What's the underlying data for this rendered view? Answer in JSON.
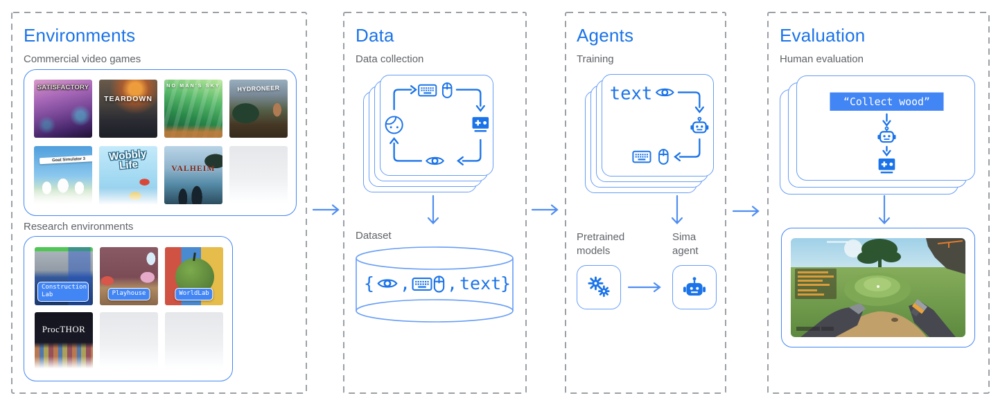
{
  "env": {
    "title": "Environments",
    "subtitle_commercial": "Commercial video games",
    "subtitle_research": "Research environments",
    "commercial": [
      {
        "label": "SATISFACTORY"
      },
      {
        "label": "TEARDOWN"
      },
      {
        "label": "NO MAN'S SKY"
      },
      {
        "label": "HYDRONEER"
      },
      {
        "label": "Goat Simulator 3"
      },
      {
        "label": "Wobbly Life"
      },
      {
        "label": "VALHEIM"
      },
      {
        "label": ""
      }
    ],
    "research": [
      {
        "label": "Construction Lab"
      },
      {
        "label": "Playhouse"
      },
      {
        "label": "WorldLab"
      },
      {
        "label": "ProcTHOR"
      },
      {
        "label": ""
      },
      {
        "label": ""
      }
    ]
  },
  "data": {
    "title": "Data",
    "subtitle": "Data collection",
    "dataset_label": "Dataset",
    "expr": {
      "open": "{",
      "comma1": ",",
      "comma2": ",",
      "text": "text",
      "close": "}"
    }
  },
  "agents": {
    "title": "Agents",
    "subtitle": "Training",
    "card_text": "text",
    "pretrained_label": "Pretrained models",
    "sima_label": "Sima agent"
  },
  "eval": {
    "title": "Evaluation",
    "subtitle": "Human evaluation",
    "instruction": "“Collect wood”"
  },
  "icons": [
    "person-icon",
    "keyboard-icon",
    "mouse-icon",
    "eye-icon",
    "game-console-icon",
    "robot-icon",
    "gears-icon",
    "arrow-icon"
  ],
  "colors": {
    "accent_blue": "#1a73e8",
    "box_blue": "#4285f4",
    "soft_blue": "#669df6",
    "flow_arrow": "#4f8df0",
    "dashed_border": "#9aa0a6",
    "subtitle_gray": "#5f6368",
    "instruction_bg": "#4285f4"
  }
}
